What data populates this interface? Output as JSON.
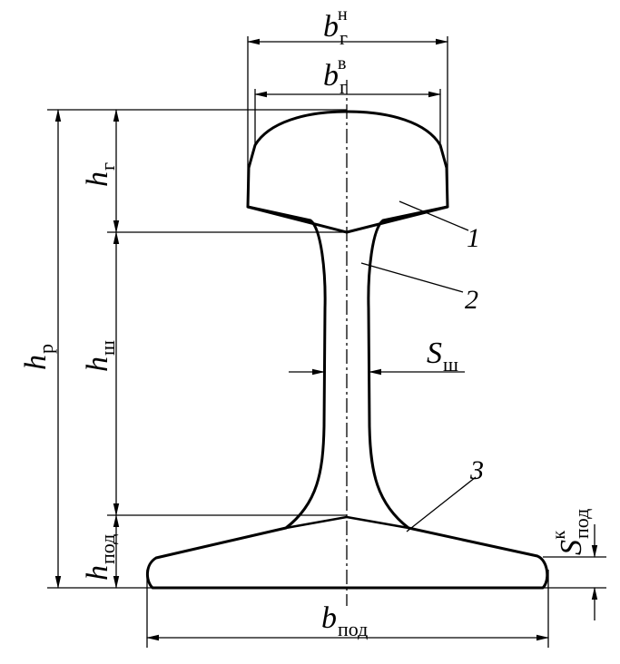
{
  "dimensions": {
    "head_width_lower": {
      "symbol": "b",
      "sub": "г",
      "sup": "н"
    },
    "head_width_upper": {
      "symbol": "b",
      "sub": "г",
      "sup": "в"
    },
    "head_height": {
      "symbol": "h",
      "sub": "г"
    },
    "rail_height": {
      "symbol": "h",
      "sub": "р"
    },
    "web_height": {
      "symbol": "h",
      "sub": "ш"
    },
    "base_height": {
      "symbol": "h",
      "sub": "под"
    },
    "web_thickness": {
      "symbol": "S",
      "sub": "ш"
    },
    "base_edge_thickness": {
      "symbol": "S",
      "sub": "под",
      "sup": "к"
    },
    "base_width": {
      "symbol": "b",
      "sub": "под"
    }
  },
  "callouts": [
    {
      "id": "head",
      "label": "1"
    },
    {
      "id": "web",
      "label": "2"
    },
    {
      "id": "base",
      "label": "3"
    }
  ]
}
